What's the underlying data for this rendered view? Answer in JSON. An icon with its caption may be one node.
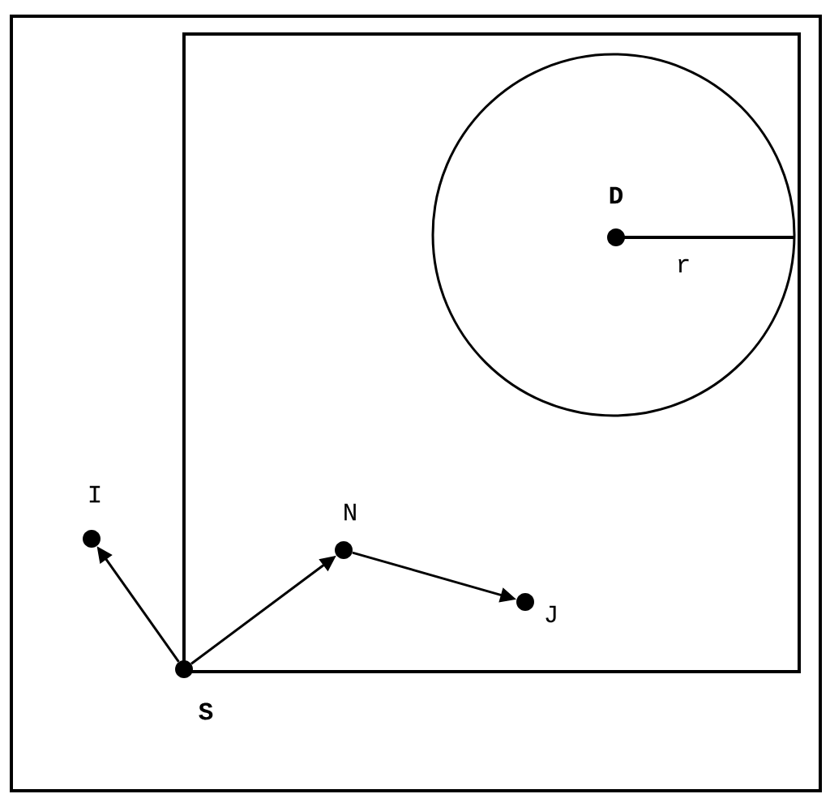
{
  "diagram": {
    "nodes": [
      {
        "text": [],
        "shape": "box"
      },
      {
        "text": [],
        "shape": "circle",
        "in": 0
      },
      {
        "text": [
          "D"
        ],
        "in": 1
      },
      {
        "text": [
          "I"
        ]
      },
      {
        "text": [
          "N"
        ],
        "in": 0
      },
      {
        "text": [
          "J"
        ],
        "in": 0
      },
      {
        "text": [
          "S"
        ]
      }
    ],
    "edges": [
      {
        "from": 6,
        "to": 3,
        "arrow": "to"
      },
      {
        "from": 6,
        "to": 4,
        "arrow": "to"
      },
      {
        "from": 4,
        "to": 5,
        "arrow": "to"
      }
    ],
    "labels": [
      "r"
    ]
  }
}
